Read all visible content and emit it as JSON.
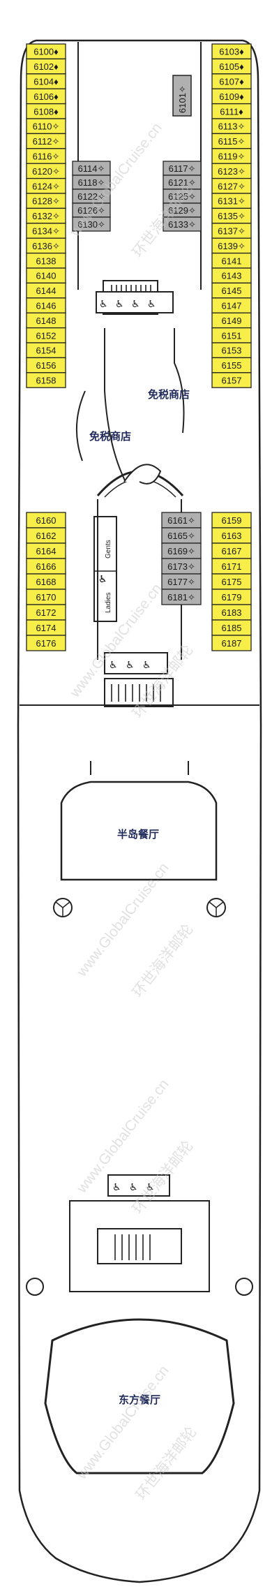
{
  "cabins": {
    "fill_standard": "#f7ee4a",
    "fill_inside": "#b0b0b0",
    "left_top": [
      "6100♦",
      "6102♦",
      "6104♦",
      "6106♦",
      "6108♦",
      "6110✧",
      "6112✧",
      "6116✧",
      "6120✧",
      "6124✧",
      "6128✧",
      "6132✧",
      "6134✧",
      "6136✧",
      "6138",
      "6140",
      "6144",
      "6146",
      "6148",
      "6152",
      "6154",
      "6156",
      "6158"
    ],
    "right_top": [
      "6103♦",
      "6105♦",
      "6107♦",
      "6109♦",
      "6111♦",
      "6113✧",
      "6115✧",
      "6119✧",
      "6123✧",
      "6127✧",
      "6131✧",
      "6135✧",
      "6137✧",
      "6139✧",
      "6141",
      "6143",
      "6145",
      "6147",
      "6149",
      "6151",
      "6153",
      "6155",
      "6157"
    ],
    "left_mid": [
      "6160",
      "6162",
      "6164",
      "6166",
      "6168",
      "6170",
      "6172",
      "6174",
      "6176"
    ],
    "right_mid": [
      "6159",
      "6163",
      "6167",
      "6171",
      "6175",
      "6179",
      "6183",
      "6185",
      "6187"
    ],
    "inner_left": [
      "6114✧",
      "6118✧",
      "6122✧",
      "6126✧",
      "6130✧"
    ],
    "inner_right": [
      "6117✧",
      "6121✧",
      "6125✧",
      "6129✧",
      "6133✧"
    ],
    "inner_mid": [
      "6161✧",
      "6165✧",
      "6169✧",
      "6173✧",
      "6177✧",
      "6181✧"
    ],
    "top_single": "6101✧"
  },
  "venues": {
    "duty_free_1": "免税商店",
    "duty_free_2": "免税商店",
    "peninsula_restaurant": "半岛餐厅",
    "oriental_restaurant": "东方餐厅"
  },
  "restrooms": {
    "gents": "Gents",
    "ladies": "Ladies",
    "accessible_icon": "wheelchair-icon",
    "restroom_icon": "restroom-icon"
  },
  "watermark": {
    "text_url": "www.GlobalCruise.cn",
    "text_cn": "环世海洋邮轮"
  }
}
